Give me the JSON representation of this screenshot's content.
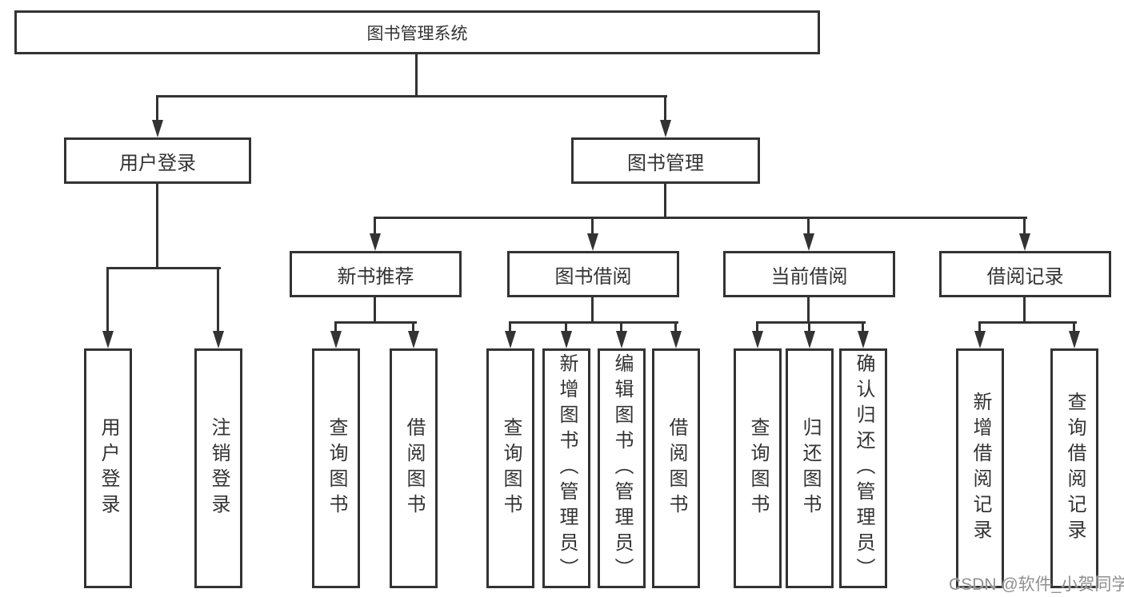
{
  "diagram": {
    "root": {
      "label": "图书管理系统"
    },
    "level2": {
      "user_login": {
        "label": "用户登录"
      },
      "book_mgmt": {
        "label": "图书管理"
      }
    },
    "level3": {
      "new_book": {
        "label": "新书推荐"
      },
      "book_borrow": {
        "label": "图书借阅"
      },
      "current_borrow": {
        "label": "当前借阅"
      },
      "borrow_record": {
        "label": "借阅记录"
      }
    },
    "leaves": {
      "user_login": [
        "用户登录",
        "注销登录"
      ],
      "new_book": [
        "查询图书",
        "借阅图书"
      ],
      "book_borrow": [
        "查询图书",
        "新增图书（管理员）",
        "编辑图书（管理员）",
        "借阅图书"
      ],
      "current_borrow": [
        "查询图书",
        "归还图书",
        "确认归还（管理员）"
      ],
      "borrow_record": [
        "新增借阅记录",
        "查询借阅记录"
      ]
    },
    "watermark": "CSDN @软件_小贺同学",
    "colors": {
      "line": "#333333",
      "box_border": "#333333",
      "text": "#333333",
      "background": "#ffffff",
      "watermark": "#909090"
    }
  }
}
